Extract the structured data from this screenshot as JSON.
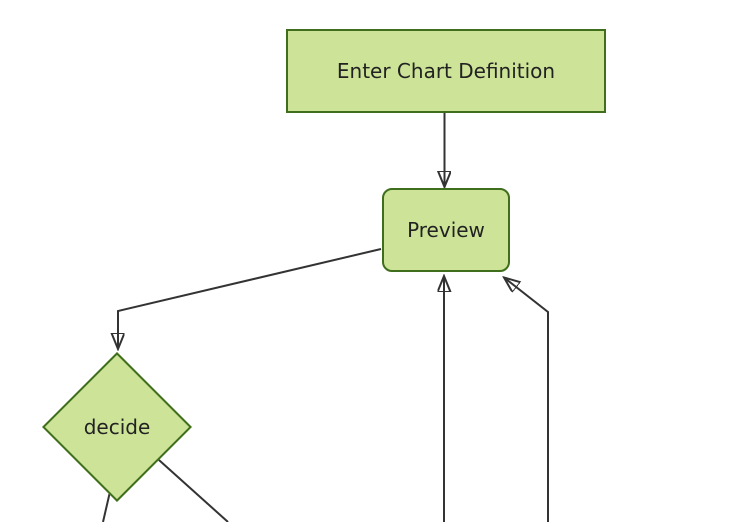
{
  "diagram": {
    "type": "flowchart",
    "direction": "top-down",
    "colors": {
      "bg": "#ffffff",
      "node_fill": "#cde498",
      "node_border": "#3f6e1c",
      "edge": "#333333",
      "arrowhead": "#222222",
      "text": "#222222"
    },
    "nodes": [
      {
        "id": "enter",
        "label": "Enter Chart Definition",
        "shape": "rectangle"
      },
      {
        "id": "preview",
        "label": "Preview",
        "shape": "rounded-rectangle"
      },
      {
        "id": "decide",
        "label": "decide",
        "shape": "diamond"
      }
    ],
    "edges": [
      {
        "from": "enter",
        "to": "preview",
        "arrow": true
      },
      {
        "from": "preview",
        "to": "decide",
        "arrow": true
      },
      {
        "from": "offscreen-bottom",
        "to": "preview",
        "arrow": true
      },
      {
        "from": "offscreen-bottom-right",
        "to": "preview",
        "arrow": true
      },
      {
        "from": "decide",
        "to": "offscreen-bottom-left",
        "arrow": false
      },
      {
        "from": "decide",
        "to": "offscreen-bottom-right",
        "arrow": false
      }
    ]
  }
}
